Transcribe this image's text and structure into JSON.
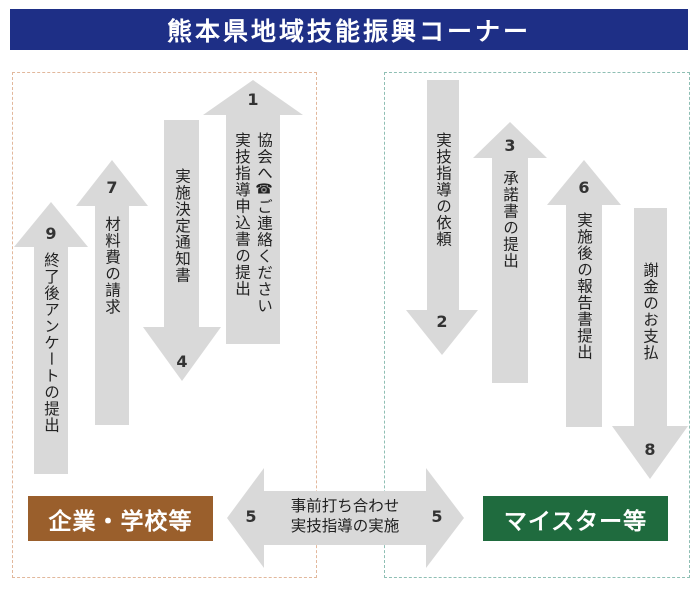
{
  "title": "熊本県地域技能振興コーナー",
  "left_entity": "企業・学校等",
  "right_entity": "マイスター等",
  "phone_icon": "☎",
  "steps": {
    "s1": {
      "num": "1",
      "line1a": "協会へ",
      "line1b": "ご連絡ください",
      "line2": "実技指導申込書の提出"
    },
    "s2": {
      "num": "2",
      "text": "実技指導の依頼"
    },
    "s3": {
      "num": "3",
      "text": "承諾書の提出"
    },
    "s4": {
      "num": "4",
      "text": "実施決定通知書"
    },
    "s5": {
      "num": "5",
      "line1": "事前打ち合わせ",
      "line2": "実技指導の実施"
    },
    "s6": {
      "num": "6",
      "text": "実施後の報告書提出"
    },
    "s7": {
      "num": "7",
      "text": "材料費の請求"
    },
    "s8": {
      "num": "8",
      "text": "謝金のお支払"
    },
    "s9": {
      "num": "9",
      "text": "終了後アンケートの提出"
    }
  },
  "colors": {
    "header": "#1e2f86",
    "arrow": "#d9d9d9",
    "left_entity": "#9a5f2c",
    "right_entity": "#1f6b3e"
  }
}
